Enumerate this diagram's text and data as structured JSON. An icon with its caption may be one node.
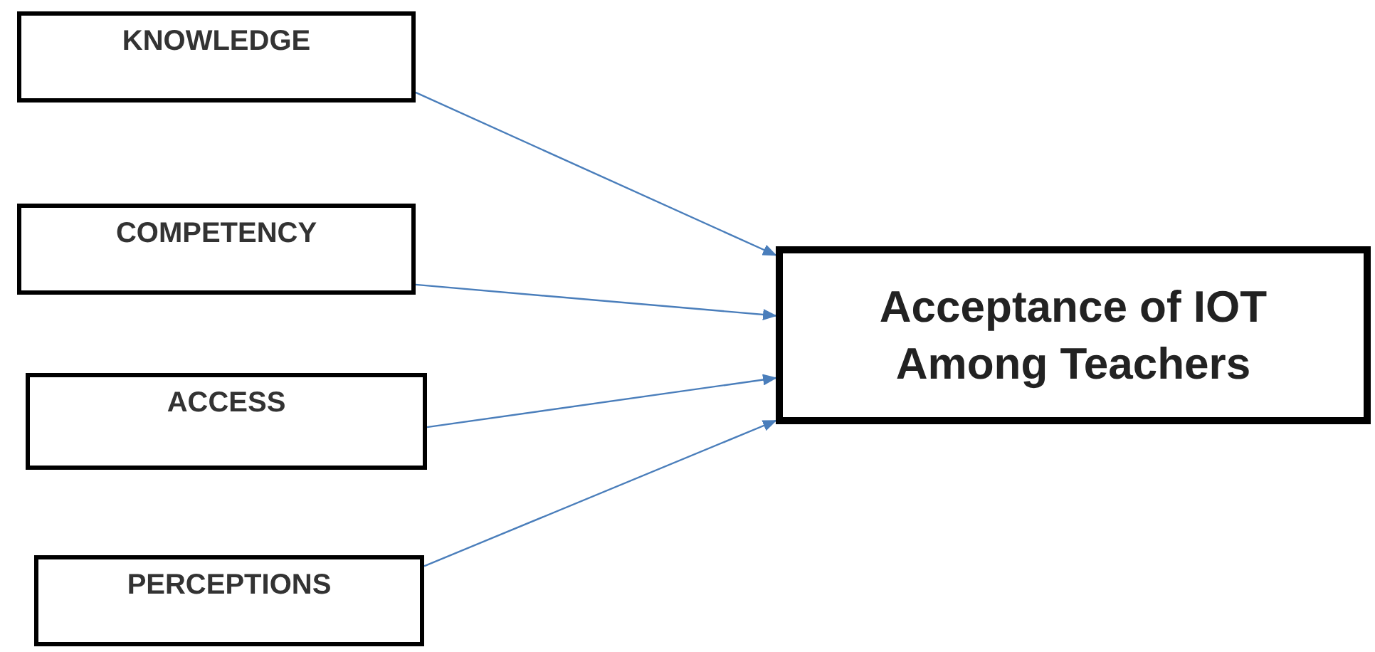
{
  "diagram": {
    "nodes": [
      {
        "text": [
          "KNOWLEDGE"
        ]
      },
      {
        "text": [
          "COMPETENCY"
        ]
      },
      {
        "text": [
          "ACCESS"
        ]
      },
      {
        "text": [
          "PERCEPTIONS"
        ]
      },
      {
        "text": [
          "Acceptance of IOT Among Teachers"
        ]
      }
    ],
    "edges": [
      {
        "from": 0,
        "to": 4,
        "arrow": "to"
      },
      {
        "from": 1,
        "to": 4,
        "arrow": "to"
      },
      {
        "from": 2,
        "to": 4,
        "arrow": "to"
      },
      {
        "from": 3,
        "to": 4,
        "arrow": "to"
      }
    ]
  }
}
